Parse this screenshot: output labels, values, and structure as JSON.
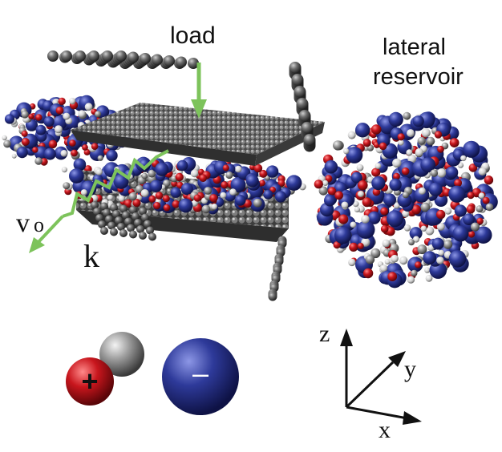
{
  "labels": {
    "load": "load",
    "lateral_line1": "lateral",
    "lateral_line2": "reservoir",
    "velocity_v": "v",
    "velocity_sub": "o",
    "spring": "k",
    "axis_z": "z",
    "axis_y": "y",
    "axis_x": "x",
    "cation_sign": "+",
    "anion_sign": "–"
  },
  "colors": {
    "arrow_green": "#7dc35b",
    "cation_red": "#c8161d",
    "anion_blue": "#2e3a9a",
    "neutral_gray": "#9a9a9a",
    "plate_gray": "#555555"
  }
}
